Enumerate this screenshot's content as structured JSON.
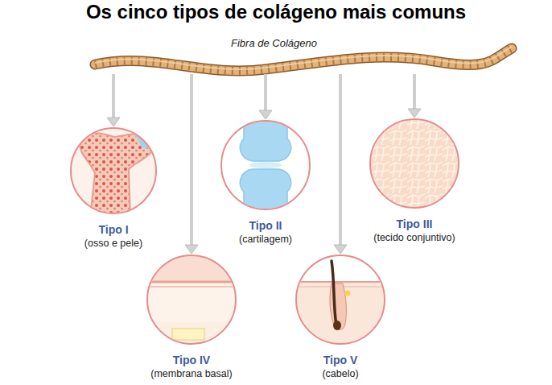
{
  "diagram": {
    "title": "Os cinco tipos de colágeno mais comuns",
    "nodes": [
      {
        "text": [
          "Fibra de Colágeno"
        ]
      },
      {
        "text": [
          "Tipo I",
          "(osso e pele)"
        ]
      },
      {
        "text": [
          "Tipo II",
          "(cartilagem)"
        ]
      },
      {
        "text": [
          "Tipo III",
          "(tecido conjuntivo)"
        ]
      },
      {
        "text": [
          "Tipo IV",
          "(membrana basal)"
        ]
      },
      {
        "text": [
          "Tipo V",
          "(cabelo)"
        ]
      }
    ],
    "edges": [
      {
        "from": 0,
        "to": 1,
        "arrow": "to"
      },
      {
        "from": 0,
        "to": 2,
        "arrow": "to"
      },
      {
        "from": 0,
        "to": 3,
        "arrow": "to"
      },
      {
        "from": 0,
        "to": 4,
        "arrow": "to"
      },
      {
        "from": 0,
        "to": 5,
        "arrow": "to"
      }
    ]
  }
}
